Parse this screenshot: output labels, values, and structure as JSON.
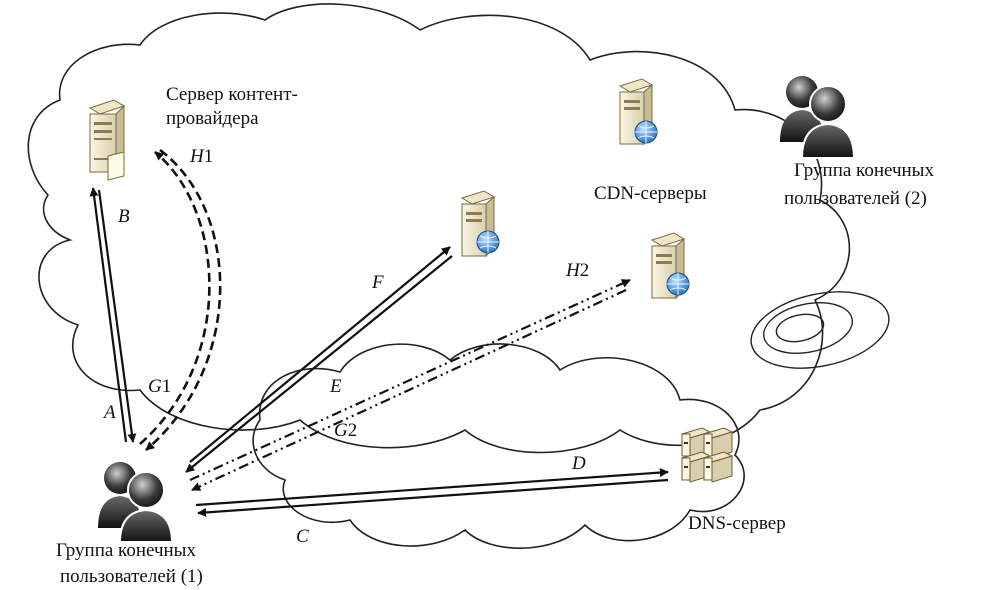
{
  "labels": {
    "content_server": [
      "Сервер контент-",
      "провайдера"
    ],
    "cdn_servers": "CDN-серверы",
    "users_group_2": [
      "Группа конечных",
      "пользователей (2)"
    ],
    "users_group_1": [
      "Группа конечных",
      "пользователей (1)"
    ],
    "dns_server": "DNS-сервер"
  },
  "arrows": {
    "A": "A",
    "B": "B",
    "C": "C",
    "D": "D",
    "E": "E",
    "F": "F",
    "G1": {
      "letter": "G",
      "num": "1"
    },
    "G2": {
      "letter": "G",
      "num": "2"
    },
    "H1": {
      "letter": "H",
      "num": "1"
    },
    "H2": {
      "letter": "H",
      "num": "2"
    }
  },
  "icons": [
    "server-tower-icon",
    "cdn-server-icon",
    "dns-server-icon",
    "user-group-icon"
  ]
}
